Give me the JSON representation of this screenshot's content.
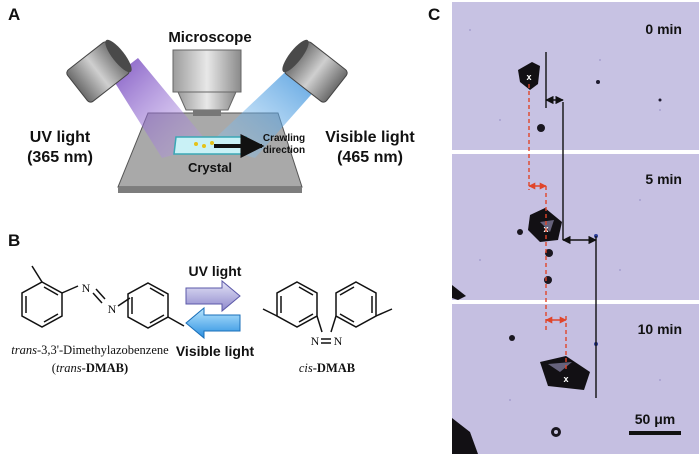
{
  "panel_a": {
    "label": "A",
    "microscope": "Microscope",
    "uv_light": [
      "UV light",
      "(365 nm)"
    ],
    "visible_light": [
      "Visible light",
      "(465 nm)"
    ],
    "crystal": "Crystal",
    "crawling_direction": [
      "Crawling",
      "direction"
    ]
  },
  "panel_b": {
    "label": "B",
    "uv_arrow": "UV light",
    "visible_arrow": "Visible light",
    "trans_name_prefix": "trans",
    "trans_name_rest": "-3,3'-Dimethylazobenzene",
    "trans_abbr_open": "(",
    "trans_abbr_prefix": "trans",
    "trans_abbr_rest": "-DMAB)",
    "cis_prefix": "cis",
    "cis_rest": "-DMAB",
    "atom_n": "N"
  },
  "panel_c": {
    "label": "C",
    "times": [
      "0 min",
      "5 min",
      "10 min"
    ],
    "marker": "x",
    "scale_bar": "50 μm"
  },
  "colors": {
    "micro_bg": "#c7c2e3",
    "uv_beam": "#7a4fc0",
    "visible_beam": "#2f8ad6",
    "guide_red": "#e0452a"
  }
}
